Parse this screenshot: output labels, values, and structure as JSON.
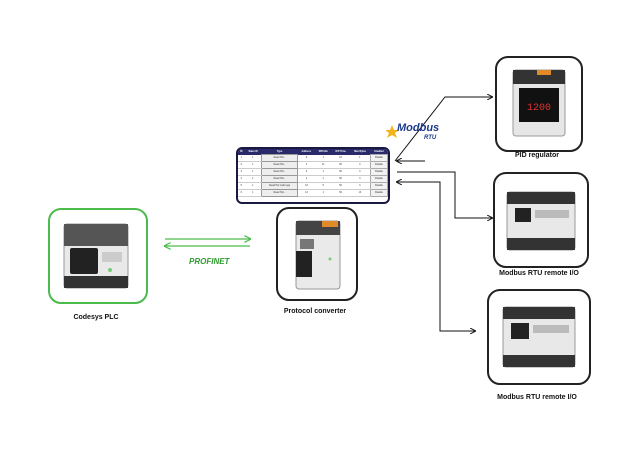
{
  "nodes": {
    "plc": {
      "label": "Codesys PLC"
    },
    "converter": {
      "label": "Protocol converter"
    },
    "pid": {
      "label": "PID regulator",
      "display": "1200"
    },
    "io1": {
      "label": "Modbus RTU remote I/O"
    },
    "io2": {
      "label": "Modbus RTU remote I/O"
    }
  },
  "links": {
    "profinet": "PROFINET",
    "modbus": "Modbus",
    "rtu": "RTU"
  },
  "table": {
    "headers": [
      "ID",
      "Slave ID",
      "Type",
      "Address",
      "R/Prefix",
      "R/P Time",
      "Max Bytes",
      "Enabled"
    ],
    "rows": [
      [
        "1",
        "1",
        "Read Hol...",
        "0",
        "1",
        "10",
        "1",
        "Disable"
      ],
      [
        "2",
        "1",
        "Read Hol...",
        "3",
        "11",
        "50",
        "3",
        "Disable"
      ],
      [
        "3",
        "1",
        "Read Hol...",
        "3",
        "1",
        "50",
        "3",
        "Disable"
      ],
      [
        "4",
        "1",
        "Read Hol...",
        "1",
        "1",
        "50",
        "4",
        "Disable"
      ],
      [
        "5",
        "1",
        "Read Hol multi regs",
        "16",
        "5",
        "50",
        "3",
        "Disable"
      ],
      [
        "6",
        "1",
        "Read Hol...",
        "13",
        "1",
        "50",
        "13",
        "Disable"
      ]
    ]
  },
  "colors": {
    "green": "#4cbb4c",
    "navy": "#1a1a40",
    "modbus_blue": "#1b3b8a",
    "profinet_green": "#2e9c2e"
  }
}
